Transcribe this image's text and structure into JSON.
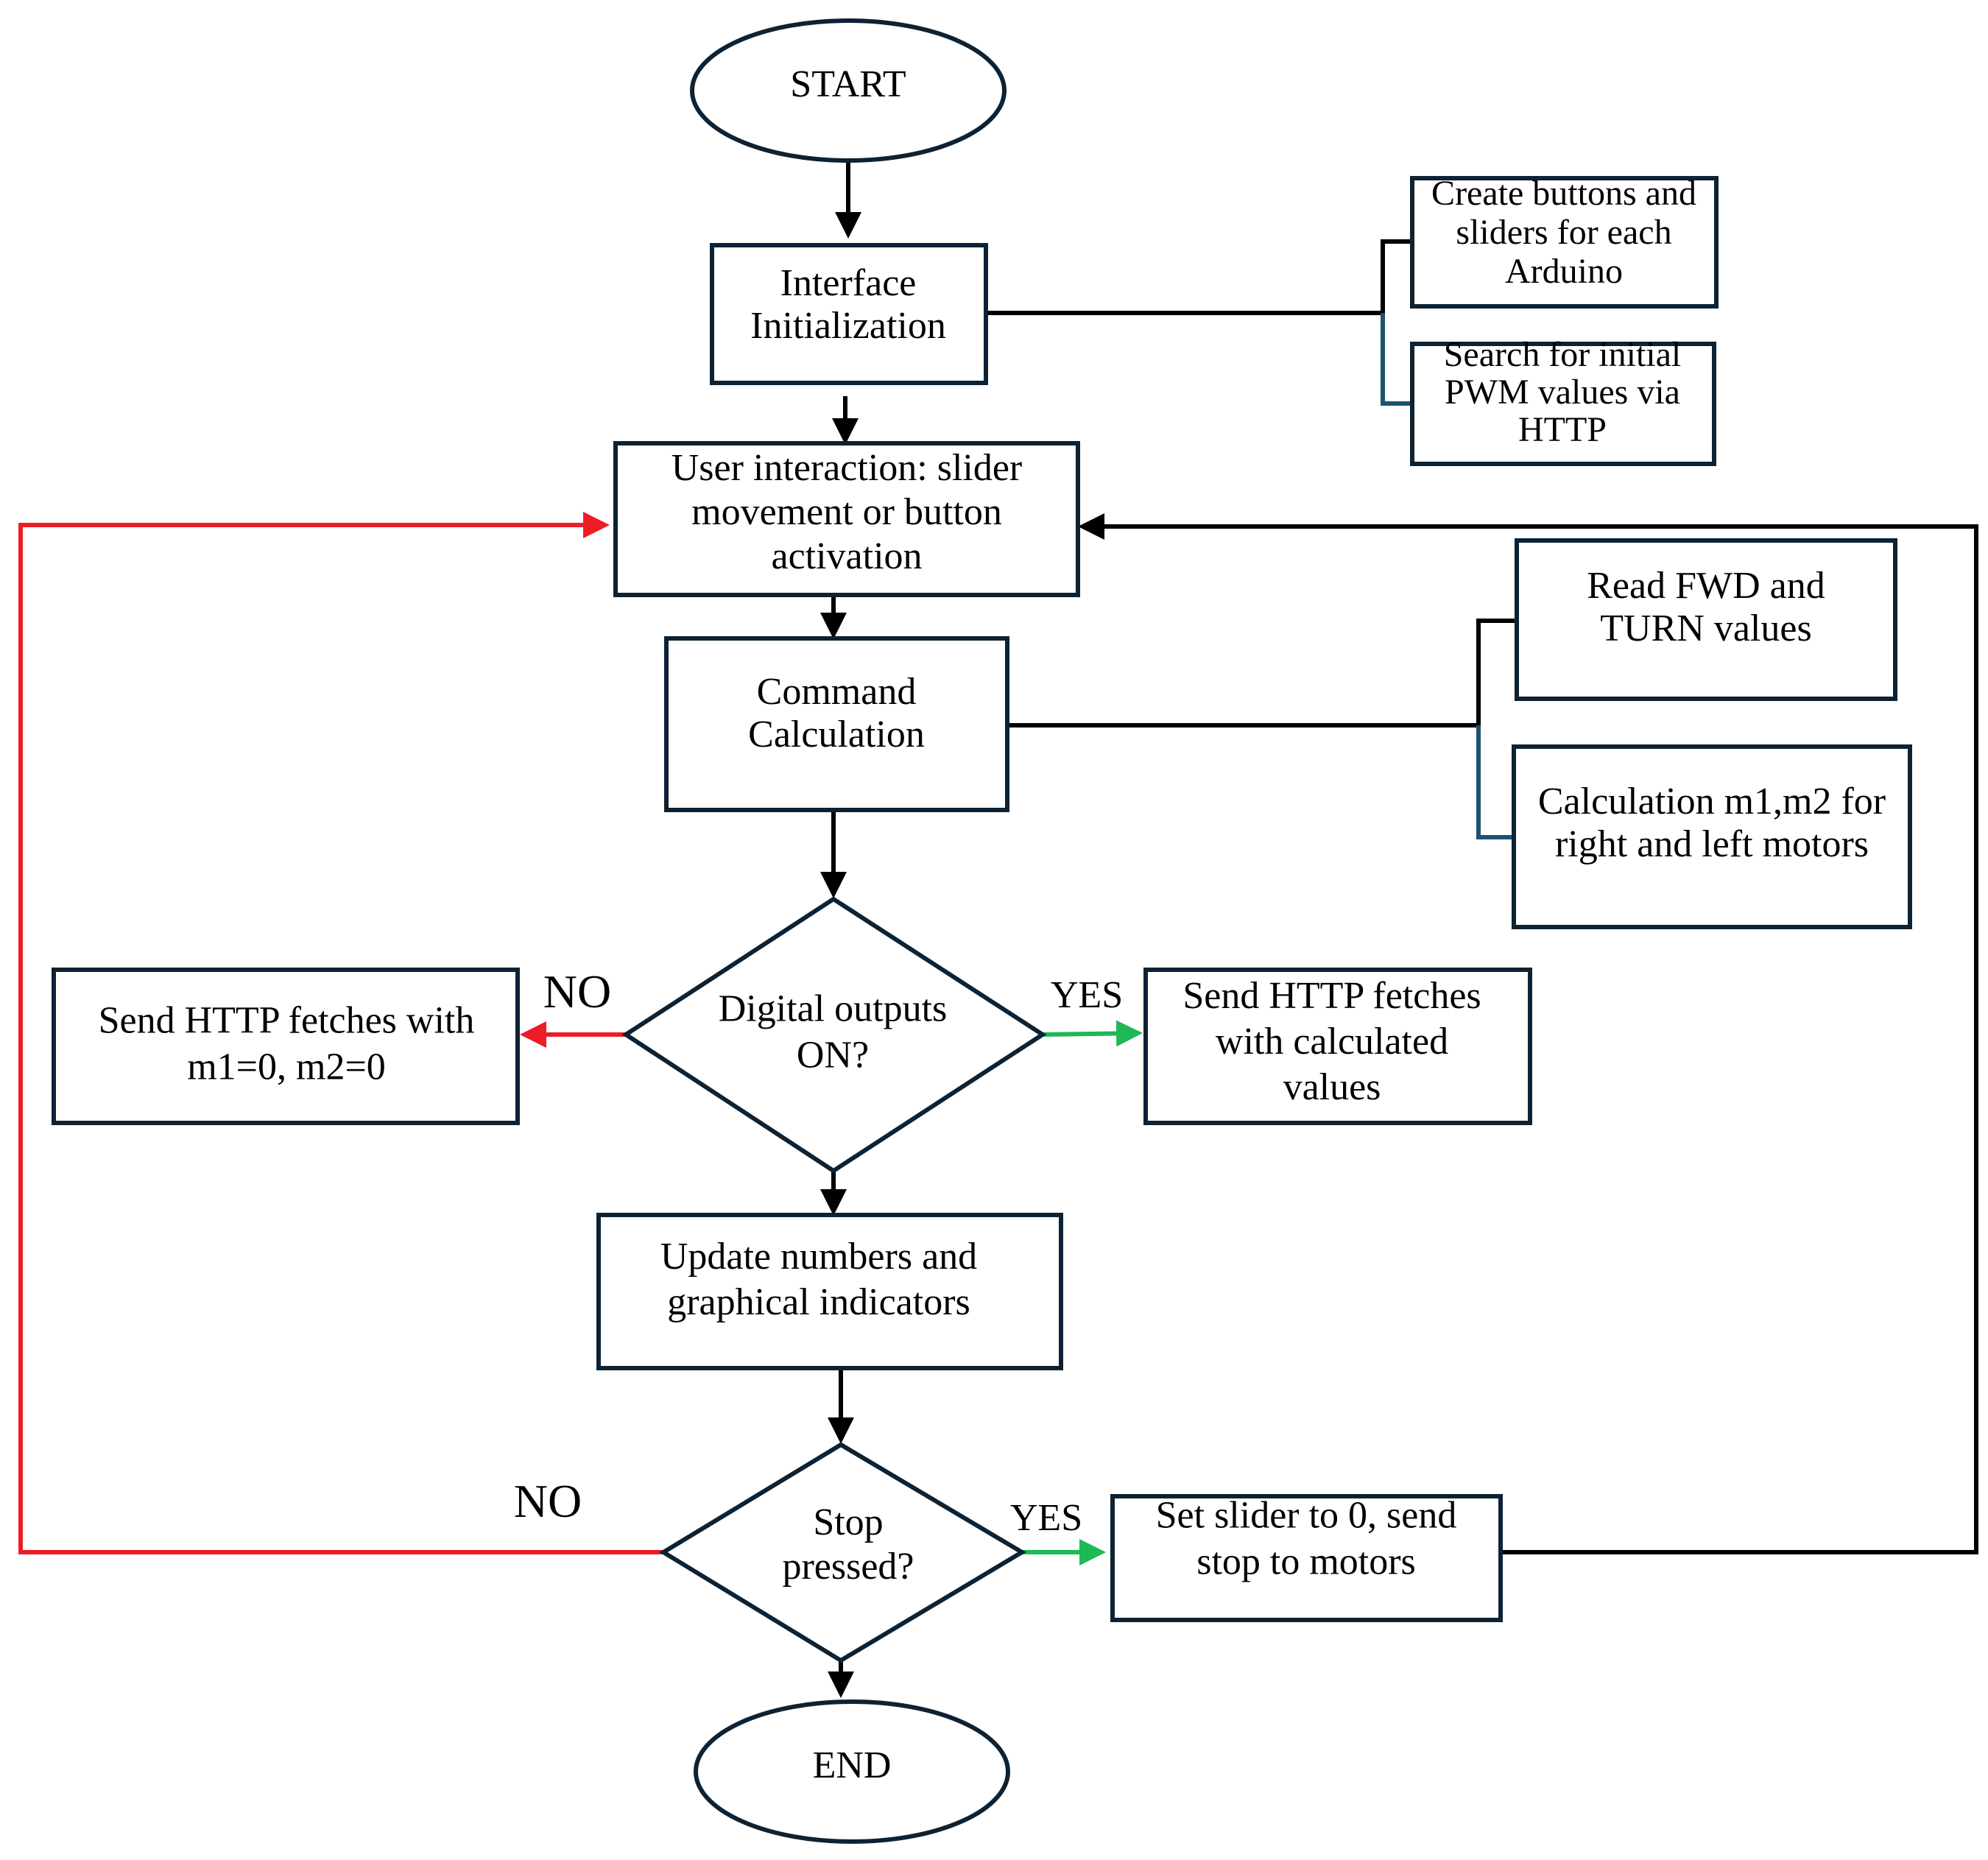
{
  "colors": {
    "border": "#0d2233",
    "flow": "#000000",
    "no_branch": "#ee1c25",
    "yes_branch": "#1db954",
    "side_branch": "#1d5271"
  },
  "nodes": {
    "start": {
      "lines": [
        "START"
      ]
    },
    "interface_init": {
      "lines": [
        "Interface",
        "Initialization"
      ]
    },
    "create_buttons": {
      "lines": [
        "Create buttons and",
        "sliders for each",
        "Arduino"
      ]
    },
    "search_pwm": {
      "lines": [
        "Search for initial",
        "PWM values via",
        "HTTP"
      ]
    },
    "user_interaction": {
      "lines": [
        "User interaction: slider",
        "movement or button",
        "activation"
      ]
    },
    "command_calc": {
      "lines": [
        "Command",
        "Calculation"
      ]
    },
    "read_fwd": {
      "lines": [
        "Read FWD and",
        "TURN values"
      ]
    },
    "calc_m1m2": {
      "lines": [
        "Calculation m1,m2 for",
        "right and left motors"
      ]
    },
    "digital_outputs": {
      "lines": [
        "Digital outputs",
        "ON?"
      ]
    },
    "send_zero": {
      "lines": [
        "Send HTTP fetches with",
        "m1=0, m2=0"
      ]
    },
    "send_calc": {
      "lines": [
        "Send HTTP fetches",
        "with calculated",
        "values"
      ]
    },
    "update_numbers": {
      "lines": [
        "Update numbers and",
        "graphical indicators"
      ]
    },
    "stop_pressed": {
      "lines": [
        "Stop",
        "pressed?"
      ]
    },
    "set_slider": {
      "lines": [
        "Set slider to 0, send",
        "stop to motors"
      ]
    },
    "end": {
      "lines": [
        "END"
      ]
    }
  },
  "branch_labels": {
    "digital_no": "NO",
    "digital_yes": "YES",
    "stop_no": "NO",
    "stop_yes": "YES"
  }
}
